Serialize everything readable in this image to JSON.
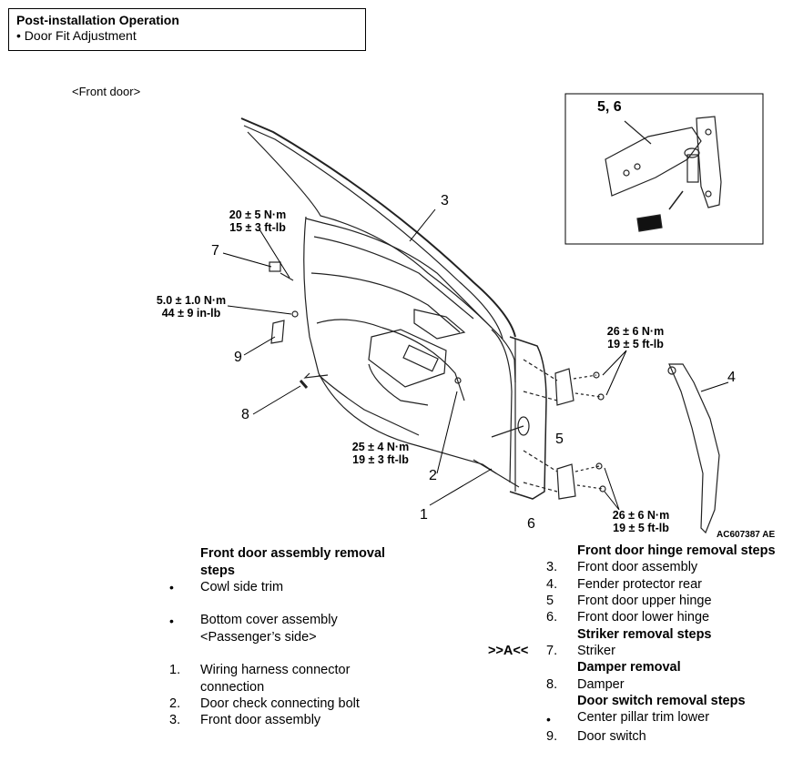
{
  "note": {
    "title": "Post-installation Operation",
    "item": "•  Door Fit Adjustment"
  },
  "diagram": {
    "view_label": "<Front door>",
    "inset_label": "5, 6",
    "torques": {
      "t1": [
        "20 ± 5 N·m",
        "15 ± 3 ft-lb"
      ],
      "t2": [
        "5.0 ± 1.0 N·m",
        "44 ± 9 in-lb"
      ],
      "t3": [
        "25 ± 4 N·m",
        "19 ± 3 ft-lb"
      ],
      "t4": [
        "26 ± 6 N·m",
        "19 ± 5 ft-lb"
      ],
      "t5": [
        "26 ± 6 N·m",
        "19 ± 5 ft-lb"
      ]
    },
    "callouts": {
      "c1": "1",
      "c2": "2",
      "c3": "3",
      "c4": "4",
      "c5": "5",
      "c6": "6",
      "c7": "7",
      "c8": "8",
      "c9": "9"
    },
    "figure_code": "AC607387 AE"
  },
  "left_steps": {
    "heading_line1": "Front door assembly removal",
    "heading_line2": "steps",
    "items": [
      {
        "marker": "•",
        "line1": "Cowl side trim",
        "line2": ""
      },
      {
        "marker": "•",
        "line1": "Bottom cover assembly",
        "line2": "<Passenger’s side>"
      },
      {
        "marker": "1.",
        "line1": "Wiring harness connector",
        "line2": "connection"
      },
      {
        "marker": "2.",
        "line1": "Door check connecting bolt",
        "line2": ""
      },
      {
        "marker": "3.",
        "line1": "Front door assembly",
        "line2": ""
      }
    ]
  },
  "right_steps": {
    "hinge_heading": "Front door hinge removal steps",
    "hinge_items": [
      {
        "marker": "3.",
        "text": "Front door assembly"
      },
      {
        "marker": "4.",
        "text": "Fender protector rear"
      },
      {
        "marker": "5",
        "text": "Front door upper hinge"
      },
      {
        "marker": "6.",
        "text": "Front door lower hinge"
      }
    ],
    "striker_heading": "Striker removal steps",
    "striker_ref": ">>A<<",
    "striker_item": {
      "marker": "7.",
      "text": "Striker"
    },
    "damper_heading": "Damper removal",
    "damper_item": {
      "marker": "8.",
      "text": "Damper"
    },
    "switch_heading": "Door switch removal steps",
    "switch_items": [
      {
        "marker": "•",
        "text": "Center pillar trim lower"
      },
      {
        "marker": "9.",
        "text": "Door switch"
      }
    ]
  }
}
